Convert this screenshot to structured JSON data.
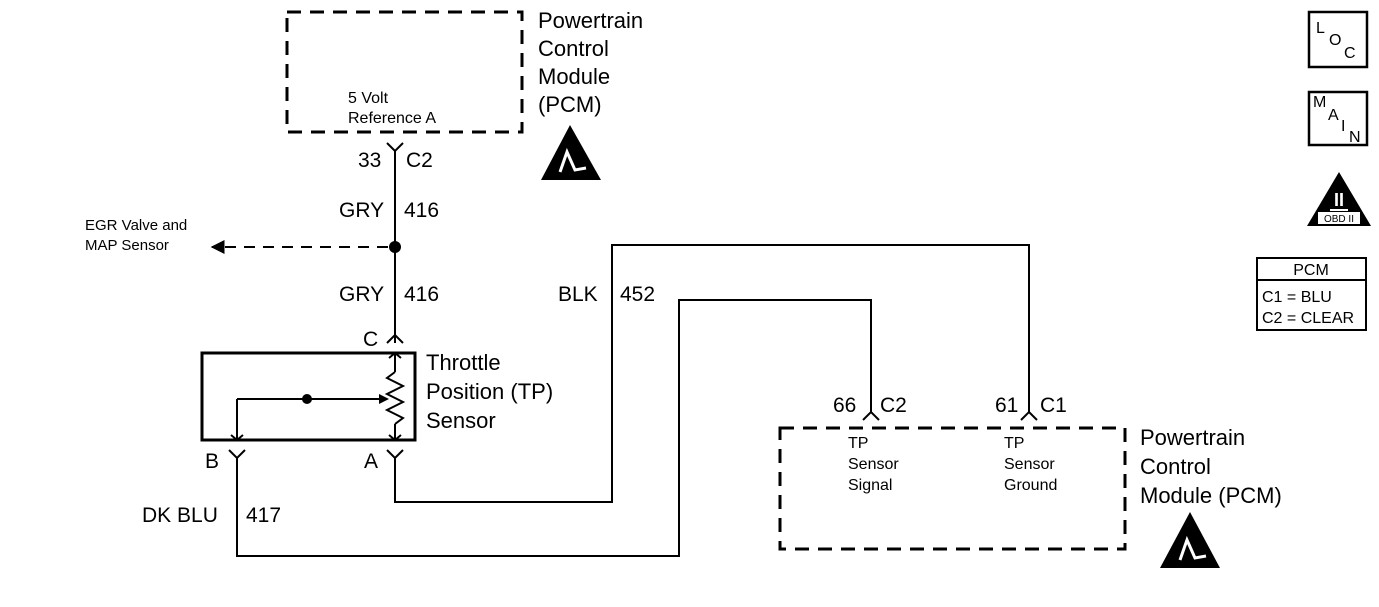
{
  "pcm_top": {
    "title_lines": [
      "Powertrain",
      "Control",
      "Module",
      "(PCM)"
    ],
    "circuit_lines": [
      "5 Volt",
      "Reference A"
    ],
    "pin": "33",
    "connector": "C2"
  },
  "wire_ref_upper": {
    "color": "GRY",
    "circuit": "416"
  },
  "wire_ref_lower": {
    "color": "GRY",
    "circuit": "416"
  },
  "splice_destination": [
    "EGR Valve and",
    "MAP Sensor"
  ],
  "tp_sensor": {
    "title_lines": [
      "Throttle",
      "Position (TP)",
      "Sensor"
    ],
    "terminal_c": "C",
    "terminal_b": "B",
    "terminal_a": "A"
  },
  "wire_ground": {
    "color": "BLK",
    "circuit": "452"
  },
  "wire_signal": {
    "color": "DK BLU",
    "circuit": "417"
  },
  "pcm_bottom": {
    "title_lines": [
      "Powertrain",
      "Control",
      "Module (PCM)"
    ],
    "signal_pin": "66",
    "signal_connector": "C2",
    "signal_label_lines": [
      "TP",
      "Sensor",
      "Signal"
    ],
    "ground_pin": "61",
    "ground_connector": "C1",
    "ground_label_lines": [
      "TP",
      "Sensor",
      "Ground"
    ]
  },
  "nav": {
    "loc_letters": [
      "L",
      "O",
      "C"
    ],
    "main_letters": [
      "M",
      "A",
      "I",
      "N"
    ],
    "obd_symbol": "II",
    "obd_label": "OBD II"
  },
  "pcm_legend": {
    "title": "PCM",
    "rows": [
      "C1 = BLU",
      "C2 = CLEAR"
    ]
  }
}
